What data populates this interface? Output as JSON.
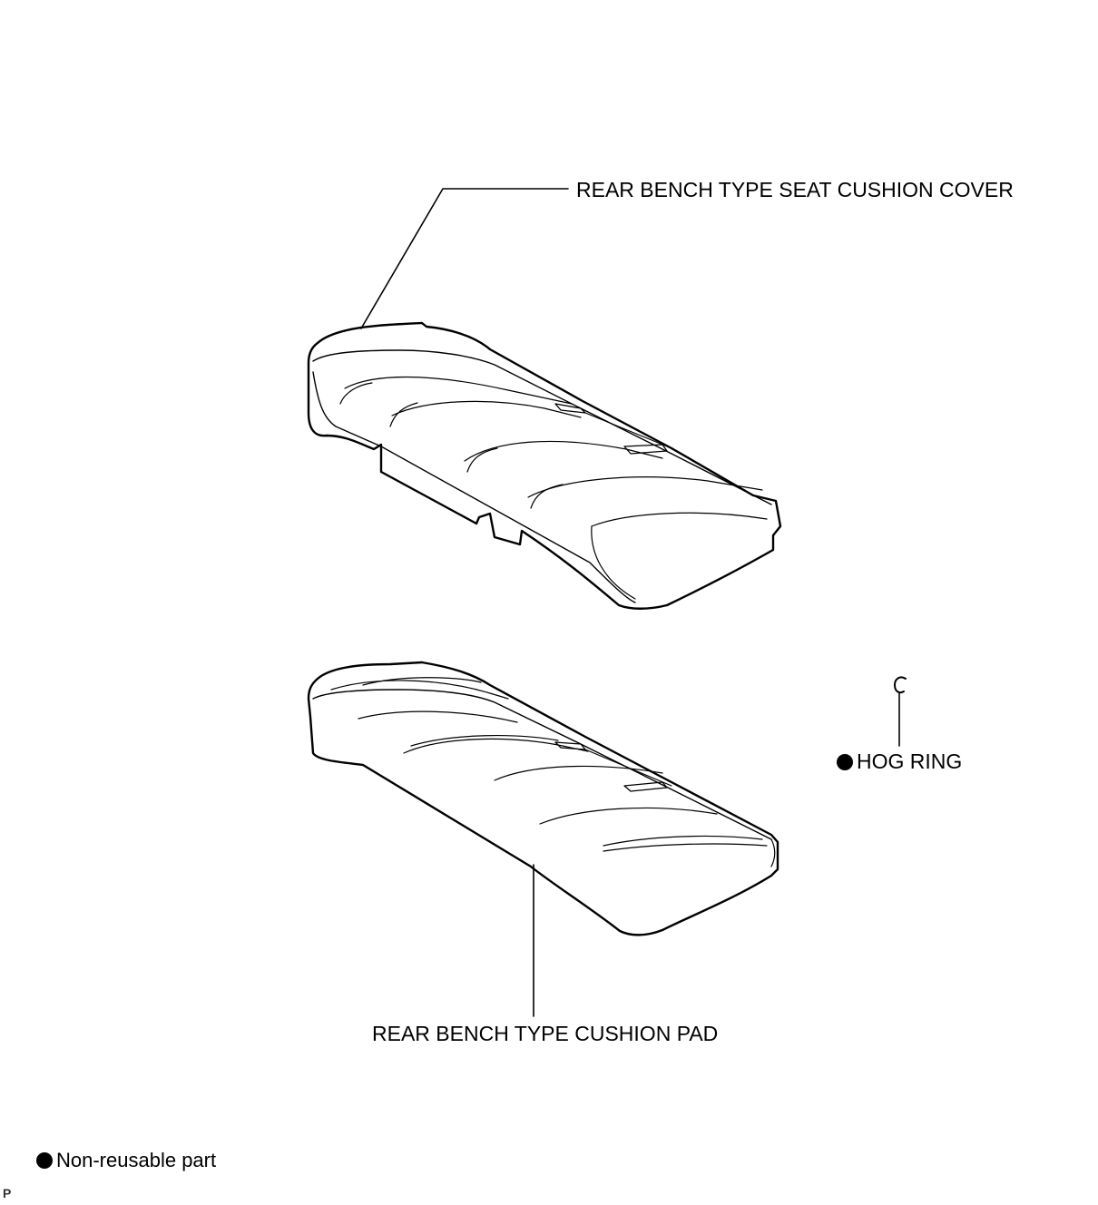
{
  "labels": {
    "seat_cushion_cover": "REAR BENCH TYPE SEAT CUSHION COVER",
    "cushion_pad": "REAR BENCH TYPE CUSHION PAD",
    "hog_ring": "HOG RING"
  },
  "legend": {
    "non_reusable": "Non-reusable part"
  },
  "page_code": "P",
  "colors": {
    "line": "#000000",
    "background": "#ffffff"
  }
}
